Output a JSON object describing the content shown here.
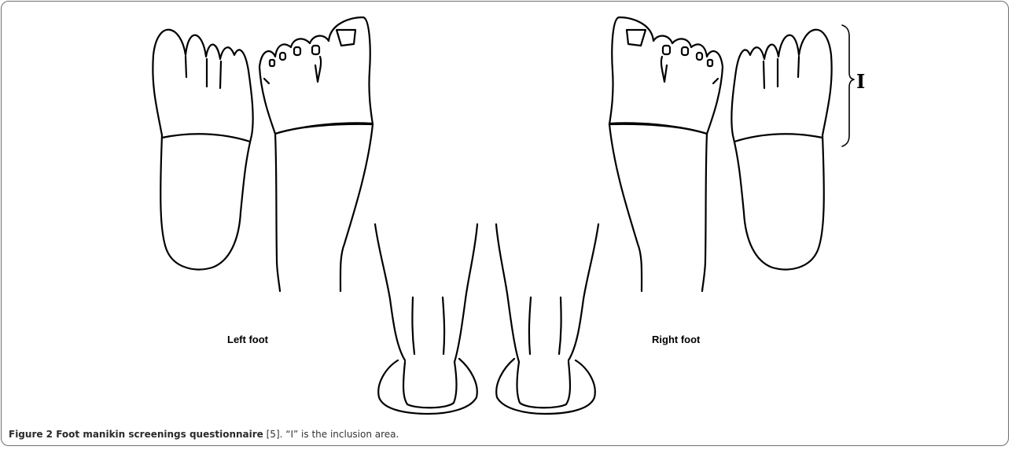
{
  "figure": {
    "labels": {
      "left_foot": "Left foot",
      "right_foot": "Right foot",
      "inclusion_marker": "I"
    },
    "caption": {
      "lead": "Figure 2 Foot manikin screenings questionnaire",
      "rest": " [5]. “I” is the inclusion area."
    },
    "colors": {
      "line": "#000000",
      "frame": "#6e6e6e",
      "background": "#ffffff"
    }
  }
}
